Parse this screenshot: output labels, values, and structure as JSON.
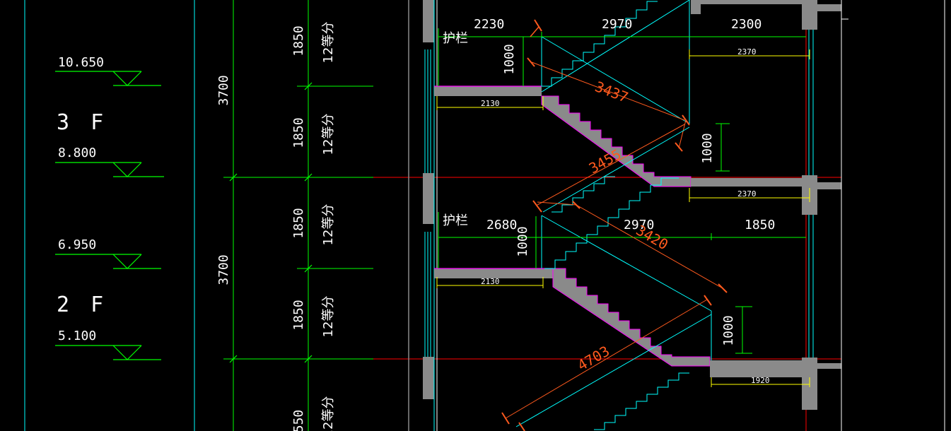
{
  "elevations": {
    "e10650": "10.650",
    "e8800": "8.800",
    "e6950": "6.950",
    "e5100": "5.100"
  },
  "floors": {
    "f3": "3 F",
    "f2": "2 F"
  },
  "storey_heights": {
    "upper": "3700",
    "lower": "3700"
  },
  "flights": {
    "h1": "1850",
    "h2": "1850",
    "h3": "1850",
    "h4": "1850",
    "h5": "550",
    "steps_label": "12等分"
  },
  "railing_label": "护栏",
  "upper_floor": {
    "dim_left": "2230",
    "dim_mid": "2970",
    "dim_right": "2300",
    "rail_height_left": "1000",
    "rail_height_right": "1000",
    "landing_left": "2130",
    "landing_right_top": "2370",
    "landing_right_bottom": "2370",
    "incline_a": "3437",
    "incline_b": "3455"
  },
  "lower_floor": {
    "dim_left": "2680",
    "dim_mid": "2970",
    "dim_right": "1850",
    "rail_height_left": "1000",
    "rail_height_right": "1000",
    "landing_left": "2130",
    "landing_right": "1920",
    "incline_a": "3420",
    "incline_b": "4703"
  },
  "colors": {
    "background": "#000000",
    "dimension_green": "#00ff00",
    "cyan": "#00ffff",
    "concrete_gray": "#8a8a8a",
    "orange": "#ff5a1e",
    "yellow": "#ffff00",
    "magenta": "#ff00ff",
    "red_axis": "#ff0000",
    "white": "#ffffff"
  }
}
